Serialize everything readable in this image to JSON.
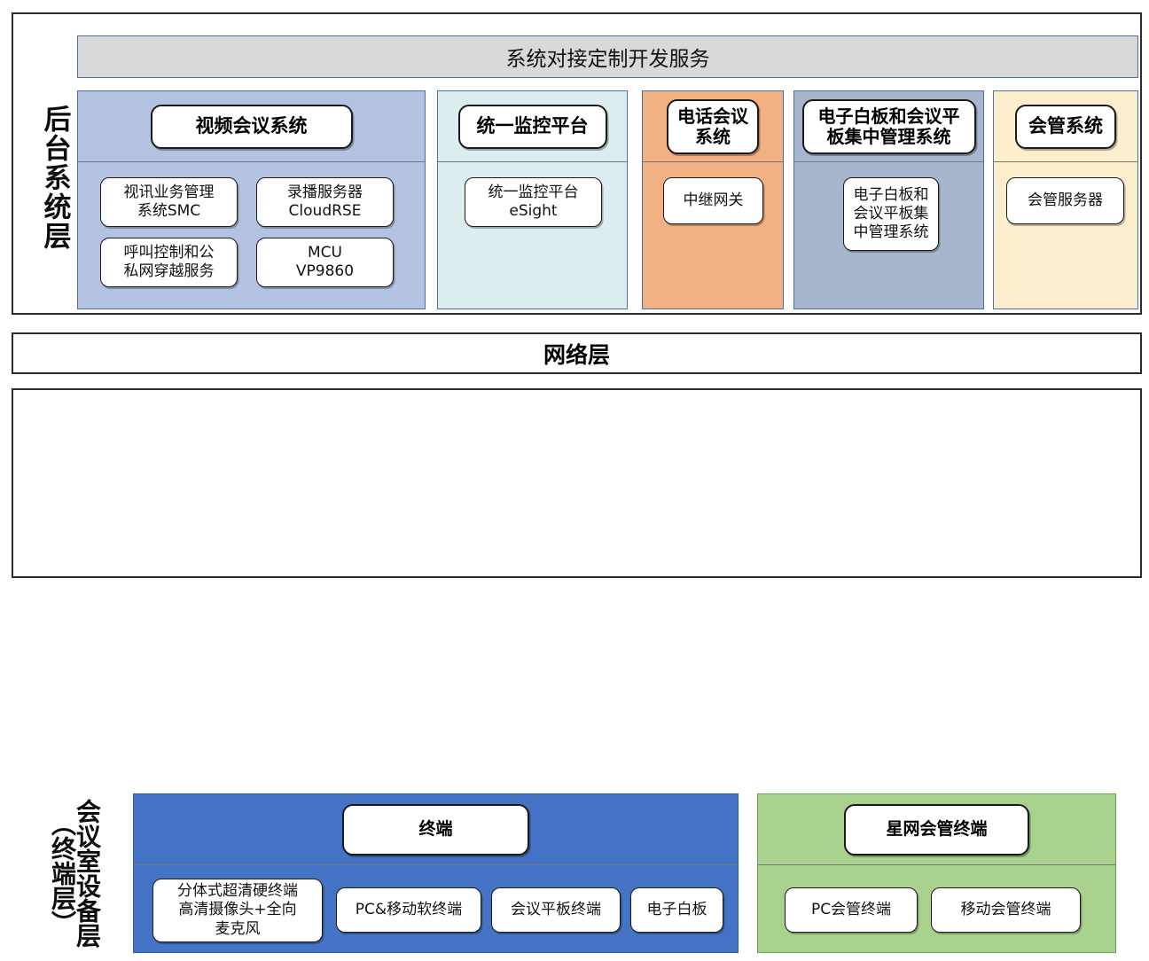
{
  "diagram": {
    "title_bar": {
      "label": "系统对接定制开发服务"
    },
    "layers": [
      {
        "id": "backend",
        "rail_label": "后台系统层"
      },
      {
        "id": "network",
        "label": "网络层"
      },
      {
        "id": "room",
        "rail_label_main": "会议室设备层",
        "rail_label_sub": "（终端层）"
      }
    ]
  },
  "backend": {
    "rail": "后台系统层",
    "service_bar": "系统对接定制开发服务",
    "panels": [
      {
        "key": "video",
        "title": "视频会议系统",
        "color": "#b2c2e0",
        "items": [
          {
            "label": "视讯业务管理\n系统SMC",
            "line1": "视讯业务管理",
            "line2": "系统SMC"
          },
          {
            "label": "录播服务器\nCloudRSE",
            "line1": "录播服务器",
            "line2": "CloudRSE"
          },
          {
            "label": "呼叫控制和公\n私网穿越服务",
            "line1": "呼叫控制和公",
            "line2": "私网穿越服务"
          },
          {
            "label": "MCU\nVP9860",
            "line1": "MCU",
            "line2": "VP9860"
          }
        ]
      },
      {
        "key": "monitor",
        "title": "统一监控平台",
        "color": "#dcedf0",
        "items": [
          {
            "label": "统一监控平台\neSight",
            "line1": "统一监控平台",
            "line2": "eSight"
          }
        ]
      },
      {
        "key": "phone",
        "title": "电话会议系统",
        "title_line1": "电话会议",
        "title_line2": "系统",
        "color": "#f2b183",
        "items": [
          {
            "label": "中继网关",
            "line1": "中继网关",
            "line2": ""
          }
        ]
      },
      {
        "key": "board",
        "title": "电子白板和会议平板集中管理系统",
        "title_line1": "电子白板和会议平",
        "title_line2": "板集中管理系统",
        "color": "#a7b6cd",
        "items": [
          {
            "label": "电子白板和会议平板集中管理系统",
            "line1": "电子白板和",
            "line2": "会议平板集",
            "line3": "中管理系统"
          }
        ]
      },
      {
        "key": "meeting",
        "title": "会管系统",
        "color": "#fceecc",
        "items": [
          {
            "label": "会管服务器",
            "line1": "会管服务器",
            "line2": ""
          }
        ]
      }
    ]
  },
  "network": {
    "label": "网络层"
  },
  "room": {
    "rail_main": "会议室设备层",
    "rail_sub": "（终端层）",
    "panels": [
      {
        "key": "terminal",
        "title": "终端",
        "color": "#4472c4",
        "items": [
          {
            "line1": "分体式超清硬终端",
            "line2": "高清摄像头+全向",
            "line3": "麦克风"
          },
          {
            "line1": "PC&移动软终端"
          },
          {
            "line1": "会议平板终端"
          },
          {
            "line1": "电子白板"
          }
        ]
      },
      {
        "key": "xingwang",
        "title": "星网会管终端",
        "color": "#a9d18e",
        "items": [
          {
            "line1": "PC会管终端"
          },
          {
            "line1": "移动会管终端"
          }
        ]
      }
    ]
  },
  "colors": {
    "frame": "#2b2b2b",
    "panel_border": "#4d70a8",
    "service_bar_bg": "#d9d9d9",
    "video_bg": "#b2c2e0",
    "monitor_bg": "#dcedf0",
    "phone_bg": "#f2b183",
    "board_bg": "#a7b6cd",
    "meeting_bg": "#fceecc",
    "terminal_bg": "#4472c4",
    "xingwang_bg": "#a9d18e",
    "divider": "#767676"
  }
}
